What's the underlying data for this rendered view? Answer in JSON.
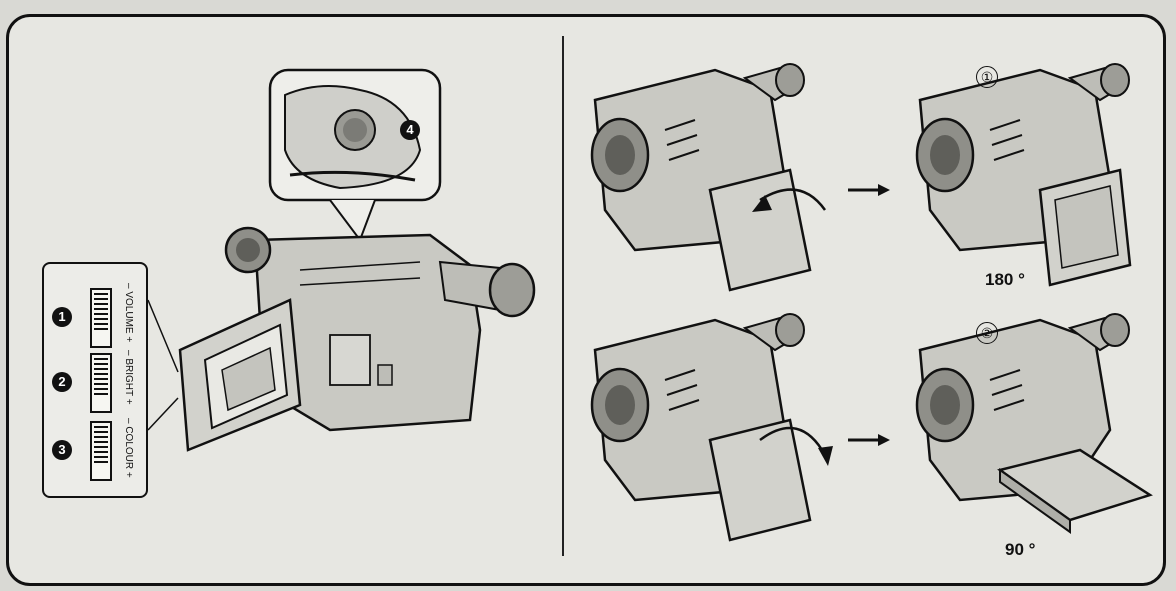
{
  "controls": [
    {
      "badge": "1",
      "label": "– VOLUME +"
    },
    {
      "badge": "2",
      "label": "– BRIGHT +"
    },
    {
      "badge": "3",
      "label": "– COLOUR +"
    }
  ],
  "detail_badge": "4",
  "steps": [
    {
      "marker": "①",
      "angle": "180 °"
    },
    {
      "marker": "②",
      "angle": "90 °"
    }
  ],
  "icons": {
    "arrow": "right-arrow-icon",
    "rotation": "curved-arrow-icon"
  },
  "colors": {
    "line": "#111111",
    "paper": "#e7e7e2",
    "shade": "#9a9a94"
  }
}
